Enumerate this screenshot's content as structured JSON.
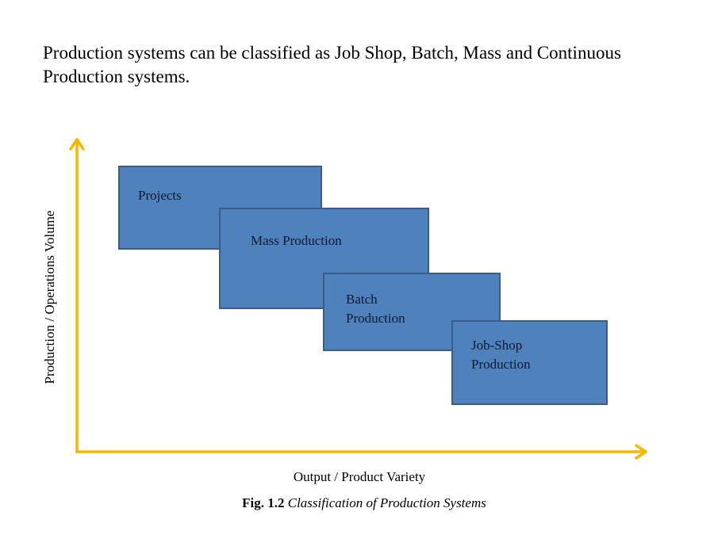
{
  "intro_text": "Production systems can be classified as Job Shop, Batch, Mass and Continuous Production systems.",
  "diagram": {
    "y_axis_label": "Production / Operations Volume",
    "x_axis_label": "Output / Product Variety",
    "axis_color": "#f5b800",
    "box_fill": "#4f81bd",
    "box_border": "#385d8a",
    "boxes": [
      {
        "label_line1": "Projects",
        "label_line2": ""
      },
      {
        "label_line1": "Mass Production",
        "label_line2": ""
      },
      {
        "label_line1": "Batch",
        "label_line2": "Production"
      },
      {
        "label_line1": "Job-Shop",
        "label_line2": "Production"
      }
    ]
  },
  "caption": {
    "number": "Fig. 1.2",
    "title": "Classification of Production Systems"
  }
}
